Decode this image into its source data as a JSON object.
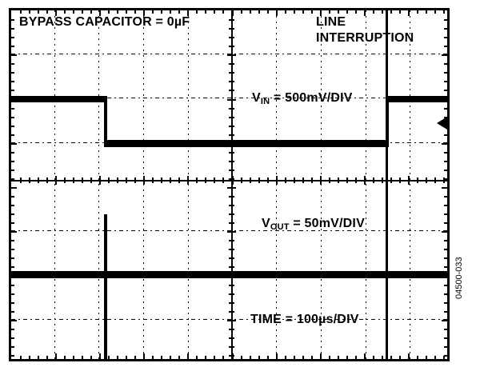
{
  "figure": {
    "id_label": "04500-033",
    "type": "oscilloscope-screenshot"
  },
  "annotations": {
    "title": "BYPASS CAPACITOR = 0µF",
    "event_line1": "LINE",
    "event_line2": "INTERRUPTION",
    "vin_prefix": "V",
    "vin_sub": "IN",
    "vin_value": " = 500mV/DIV",
    "vout_prefix": "V",
    "vout_sub": "OUT",
    "vout_value": " = 50mV/DIV",
    "time_label": "TIME = 100µs/DIV"
  },
  "chart_data": {
    "type": "line",
    "title": "BYPASS CAPACITOR = 0µF",
    "subtitle": "LINE INTERRUPTION",
    "xlabel": "TIME = 100µs/DIV",
    "grid": true,
    "divisions": {
      "horizontal": 10,
      "vertical": 8
    },
    "scales": {
      "time_per_div": "100µs/DIV",
      "vin_per_div": "500mV/DIV",
      "vout_per_div": "50mV/DIV"
    },
    "series": [
      {
        "name": "V_IN",
        "units_per_div": "500mV",
        "description": "Square pulse: high level, falling edge, low level, rising edge back to high",
        "points": [
          {
            "t_div": 0.0,
            "v_div": 0.0,
            "level": "high"
          },
          {
            "t_div": 2.1,
            "v_div": 0.0,
            "level": "high"
          },
          {
            "t_div": 2.1,
            "v_div": -1.0,
            "level": "transition-falling"
          },
          {
            "t_div": 8.5,
            "v_div": -1.0,
            "level": "low"
          },
          {
            "t_div": 8.5,
            "v_div": 0.0,
            "level": "transition-rising"
          },
          {
            "t_div": 10.0,
            "v_div": 0.0,
            "level": "high"
          }
        ]
      },
      {
        "name": "V_OUT",
        "units_per_div": "50mV",
        "description": "Flat baseline with narrow negative-going spikes at both V_IN transition edges",
        "points": [
          {
            "t_div": 0.0,
            "v_div": 0.0,
            "level": "baseline"
          },
          {
            "t_div": 2.1,
            "v_div": 0.0,
            "level": "spike"
          },
          {
            "t_div": 8.5,
            "v_div": 0.0,
            "level": "spike"
          },
          {
            "t_div": 10.0,
            "v_div": 0.0,
            "level": "baseline"
          }
        ]
      }
    ],
    "markers": [
      {
        "name": "ground-reference-arrow",
        "edge": "right",
        "v_div": 0.55,
        "glyph": "left-triangle"
      }
    ]
  },
  "colors": {
    "trace": "#000000",
    "grid": "#000000",
    "background": "#ffffff"
  }
}
